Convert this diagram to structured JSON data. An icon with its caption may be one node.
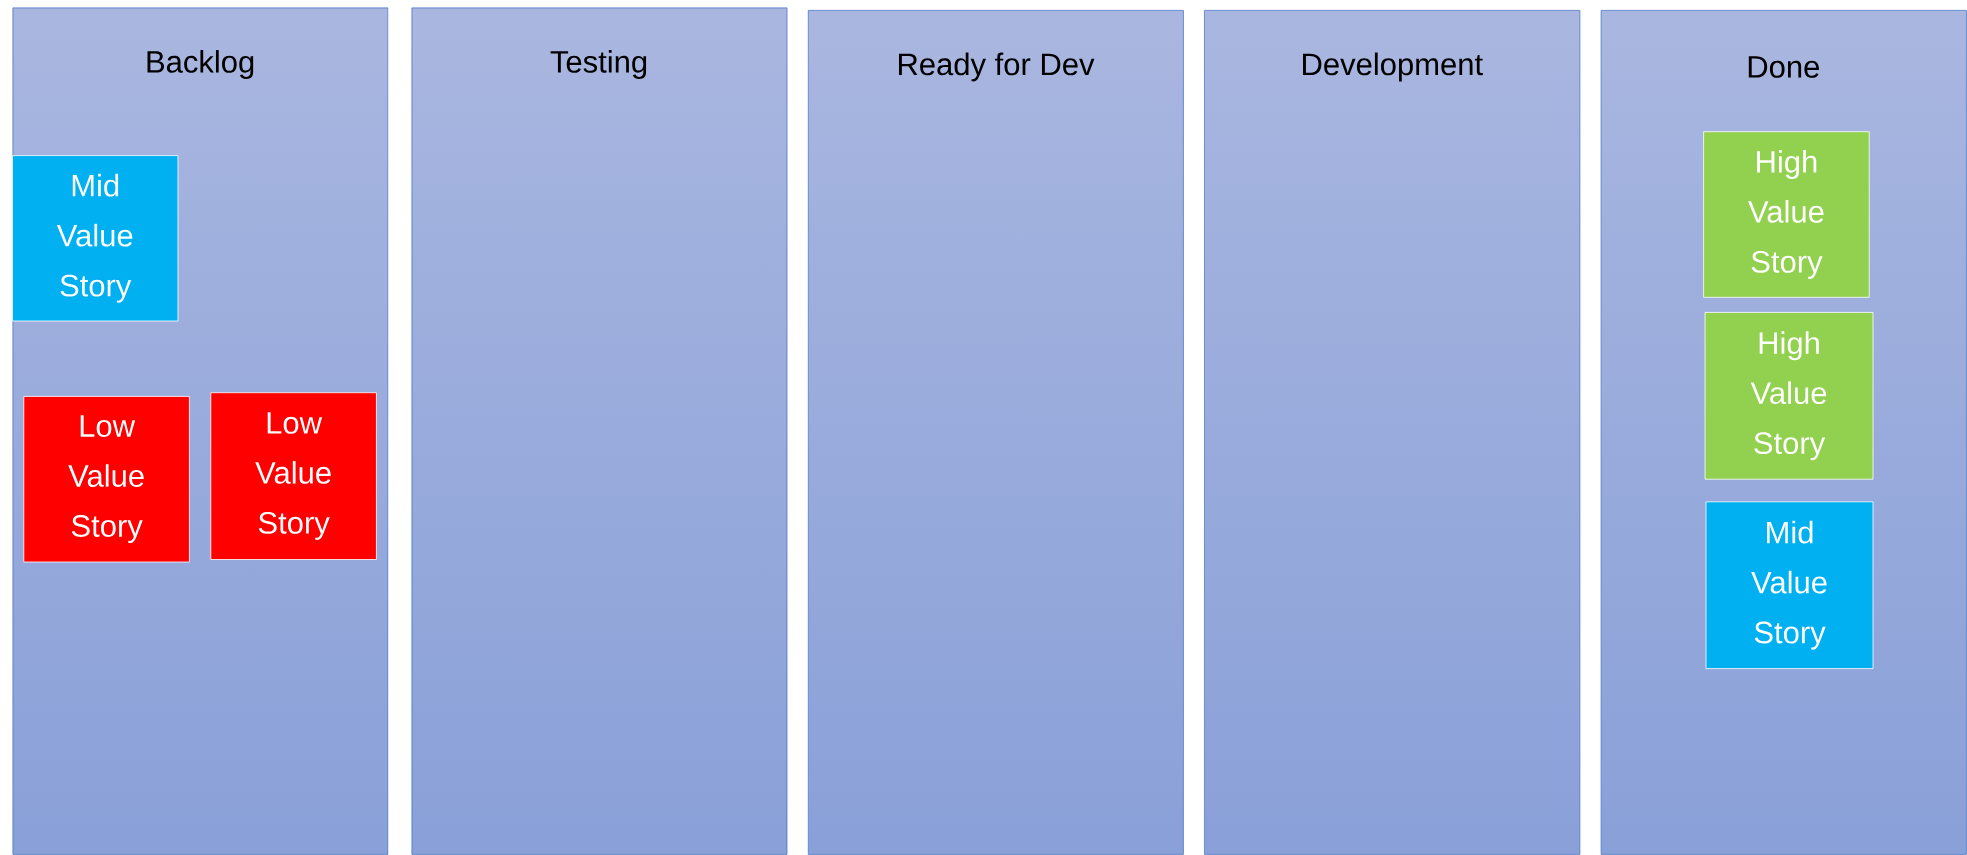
{
  "diagram": {
    "nodes": [
      {
        "text": [
          "Backlog"
        ]
      },
      {
        "text": [
          "Mid Value Story"
        ],
        "in": 0
      },
      {
        "text": [
          "Low Value Story"
        ],
        "in": 0
      },
      {
        "text": [
          "Low Value Story"
        ],
        "in": 0
      },
      {
        "text": [
          "Testing"
        ]
      },
      {
        "text": [
          "Ready for Dev"
        ]
      },
      {
        "text": [
          "Development"
        ]
      },
      {
        "text": [
          "Done"
        ]
      },
      {
        "text": [
          "High Value Story"
        ],
        "in": 7
      },
      {
        "text": [
          "High Value Story"
        ],
        "in": 7
      },
      {
        "text": [
          "Mid Value Story"
        ],
        "in": 7
      }
    ]
  }
}
